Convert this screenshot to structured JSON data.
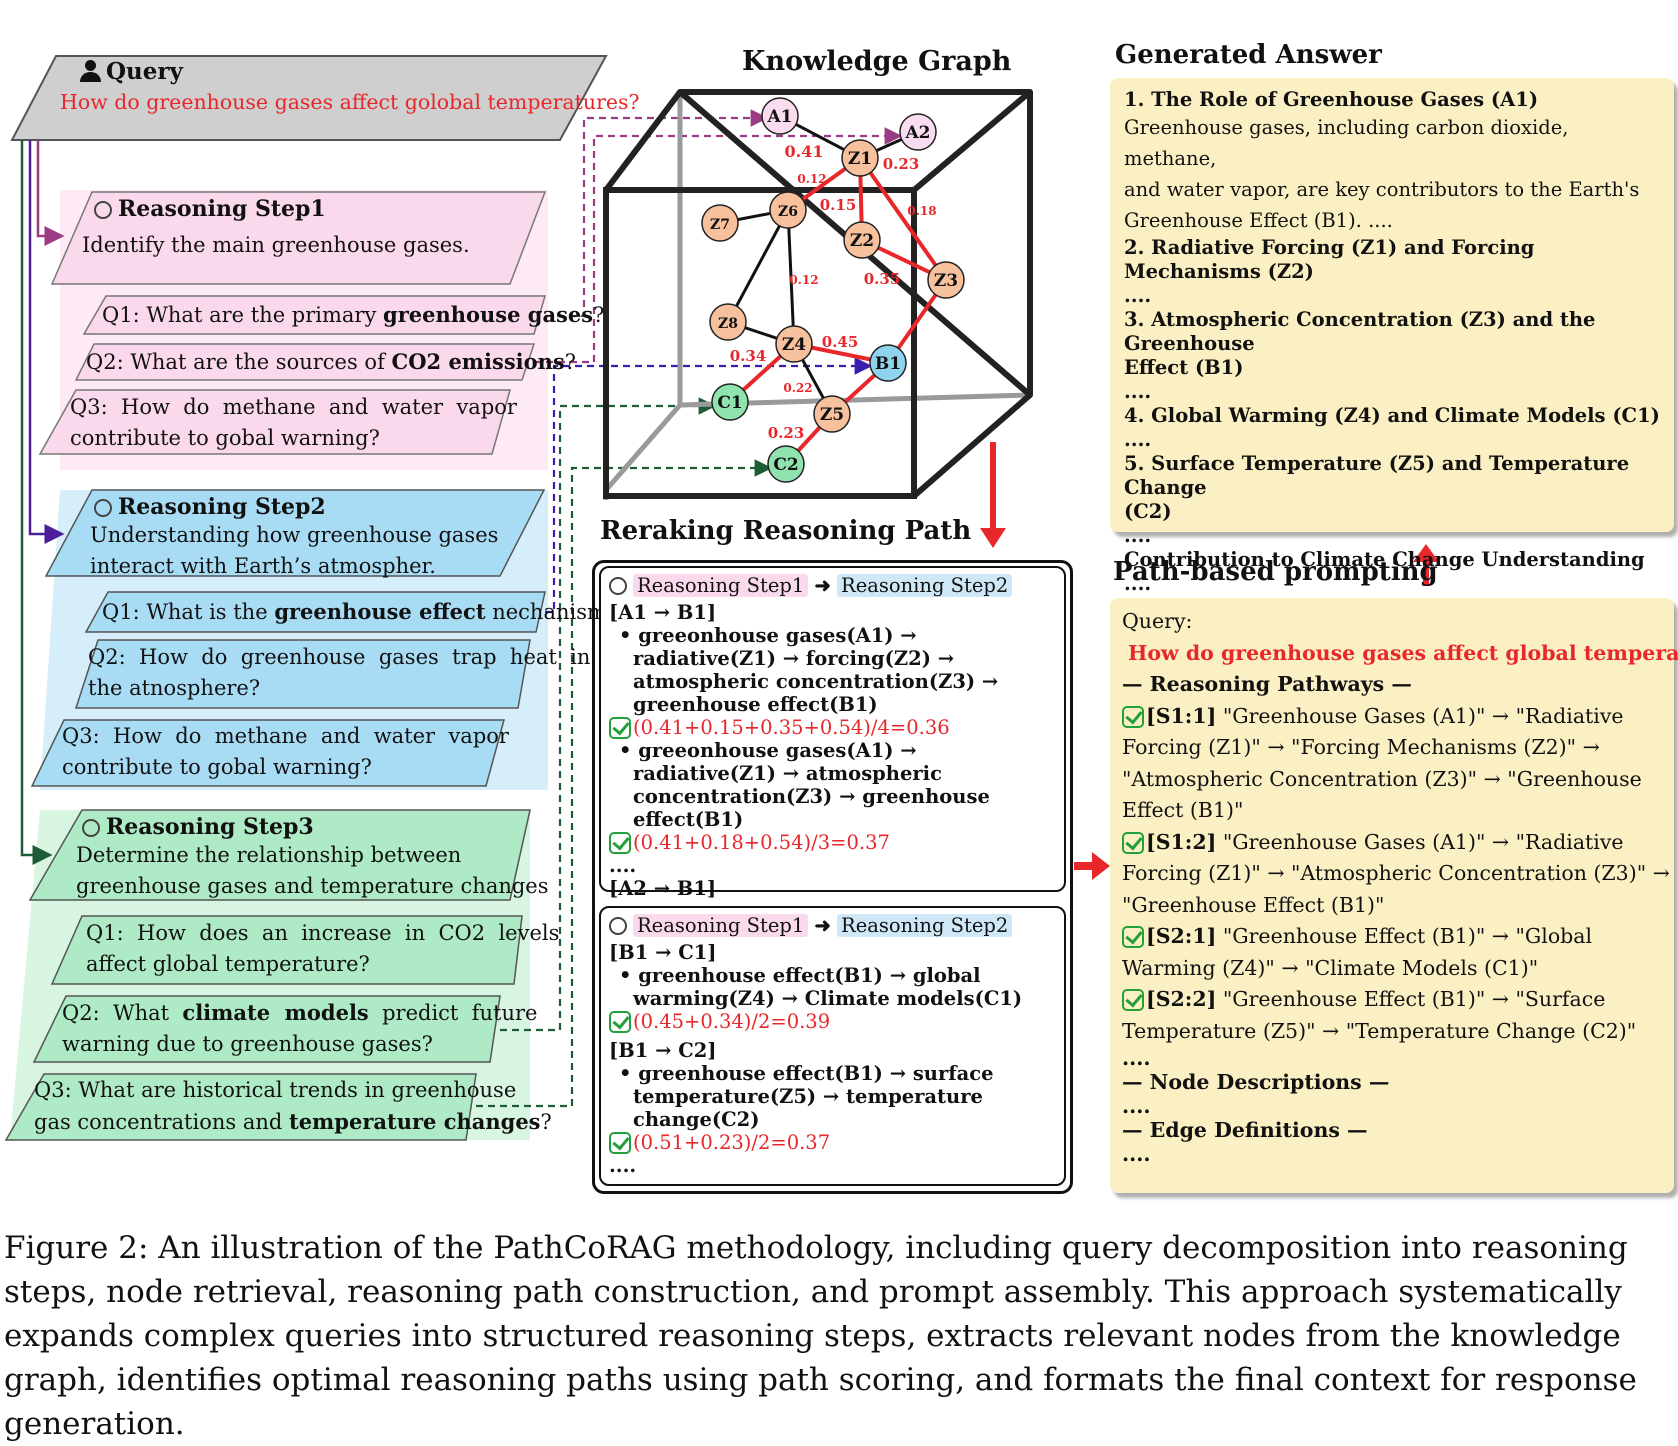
{
  "query": {
    "label": "Query",
    "text": "How do greenhouse gases affect golobal temperatures?"
  },
  "steps": [
    {
      "title": "Reasoning Step1",
      "desc": [
        "Identify the main greenhouse gases."
      ],
      "questions": [
        {
          "parts": [
            "Q1: What are the primary ",
            "greenhouse gases",
            "?"
          ]
        },
        {
          "parts": [
            "Q2: What are the sources of ",
            "CO2 emissions",
            "?"
          ]
        },
        {
          "lines": [
            "Q3:  How  do  methane  and  water  vapor",
            "contribute to gobal warning?"
          ]
        }
      ],
      "color": "#fbd9ec",
      "shade": "#fdeaf4"
    },
    {
      "title": "Reasoning Step2",
      "desc": [
        "Understanding how greenhouse gases",
        "interact with Earth’s atmospher."
      ],
      "questions": [
        {
          "parts": [
            "Q1: What is the ",
            "greenhouse effect",
            " nechanism?"
          ]
        },
        {
          "lines": [
            "Q2:  How  do  greenhouse  gases  trap  heat  in",
            "the atnosphere?"
          ]
        },
        {
          "lines": [
            "Q3:  How  do  methane  and  water  vapor",
            "contribute to gobal warning?"
          ]
        }
      ],
      "color": "#a8dcf5",
      "shade": "#d6eefa"
    },
    {
      "title": "Reasoning Step3",
      "desc": [
        "Determine the relationship between",
        "greenhouse gases and temperature changes"
      ],
      "questions": [
        {
          "lines": [
            "Q1:  How  does  an  increase  in  CO2  levels",
            "affect global temperature?"
          ]
        },
        {
          "parts2": [
            [
              "Q2:  What  ",
              "climate  models",
              "  predict  future"
            ],
            [
              "warning due to greenhouse gases?"
            ]
          ]
        },
        {
          "parts2": [
            [
              "Q3: What are historical trends in greenhouse"
            ],
            [
              "gas concentrations and ",
              "temperature changes",
              "?"
            ]
          ]
        }
      ],
      "color": "#aeeac5",
      "shade": "#d8f5e2"
    }
  ],
  "graph": {
    "title": "Knowledge Graph",
    "nodes": [
      {
        "id": "A1",
        "color": "#f9dcf0"
      },
      {
        "id": "A2",
        "color": "#f9dcf0"
      },
      {
        "id": "Z1",
        "color": "#f7c19e"
      },
      {
        "id": "Z2",
        "color": "#f7c19e"
      },
      {
        "id": "Z3",
        "color": "#f7c19e"
      },
      {
        "id": "Z4",
        "color": "#f7c19e"
      },
      {
        "id": "Z5",
        "color": "#f7c19e"
      },
      {
        "id": "Z6",
        "color": "#f7c19e"
      },
      {
        "id": "Z7",
        "color": "#f7c19e"
      },
      {
        "id": "Z8",
        "color": "#f7c19e"
      },
      {
        "id": "B1",
        "color": "#8fd4ef"
      },
      {
        "id": "C1",
        "color": "#8fe3ae"
      },
      {
        "id": "C2",
        "color": "#8fe3ae"
      }
    ],
    "edges": [
      {
        "from": "A1",
        "to": "Z1",
        "kind": "black"
      },
      {
        "from": "Z1",
        "to": "A2",
        "kind": "black"
      },
      {
        "from": "Z6",
        "to": "Z1",
        "kind": "red"
      },
      {
        "from": "Z7",
        "to": "Z6",
        "kind": "black"
      },
      {
        "from": "Z6",
        "to": "Z8",
        "kind": "black"
      },
      {
        "from": "Z6",
        "to": "Z4",
        "kind": "black"
      },
      {
        "from": "Z1",
        "to": "Z2",
        "kind": "red"
      },
      {
        "from": "Z1",
        "to": "Z3",
        "kind": "red"
      },
      {
        "from": "Z2",
        "to": "Z3",
        "kind": "red"
      },
      {
        "from": "Z3",
        "to": "B1",
        "kind": "red"
      },
      {
        "from": "Z4",
        "to": "B1",
        "kind": "red"
      },
      {
        "from": "Z4",
        "to": "C1",
        "kind": "red"
      },
      {
        "from": "Z4",
        "to": "Z5",
        "kind": "black"
      },
      {
        "from": "Z5",
        "to": "B1",
        "kind": "red"
      },
      {
        "from": "Z5",
        "to": "C2",
        "kind": "red"
      },
      {
        "from": "Z8",
        "to": "Z4",
        "kind": "black"
      }
    ],
    "weights": [
      "0.41",
      "0.23",
      "0.12",
      "0.15",
      "0.18",
      "0.12",
      "0.35",
      "0.45",
      "0.34",
      "0.22",
      "0.23"
    ]
  },
  "rerank": {
    "title": "Reraking Reasoning Path",
    "box1": {
      "from": "Reasoning Step1",
      "to": "Reasoning Step2",
      "pair1": "[A1 → B1]",
      "path1": "greeonhouse gases(A1) → radiative(Z1) → forcing(Z2) → atmospheric concentration(Z3) → greenhouse effect(B1)",
      "score1": "(0.41+0.15+0.35+0.54)/4=0.36",
      "path2": "greeonhouse gases(A1) → radiative(Z1) → atmospheric concentration(Z3) → greenhouse effect(B1)",
      "score2": "(0.41+0.18+0.54)/3=0.37",
      "dots": "....",
      "pair2": "[A2 → B1]"
    },
    "box2": {
      "from": "Reasoning Step1",
      "to": "Reasoning Step2",
      "pair1": "[B1 → C1]",
      "path1": "greenhouse effect(B1) → global warming(Z4) → Climate models(C1)",
      "score1": "(0.45+0.34)/2=0.39",
      "pair2": "[B1 → C2]",
      "path2": "greenhouse effect(B1) → surface temperature(Z5) → temperature change(C2)",
      "score2": "(0.51+0.23)/2=0.37",
      "dots": "...."
    }
  },
  "answer": {
    "title": "Generated Answer",
    "lines": [
      {
        "h": "1. The Role of Greenhouse Gases (A1)"
      },
      {
        "b": " Greenhouse gases, including carbon dioxide, methane,"
      },
      {
        "b": "and water vapor, are key contributors to the Earth's"
      },
      {
        "b": "Greenhouse Effect (B1). ...."
      },
      {
        "h": "2. Radiative Forcing (Z1) and Forcing Mechanisms (Z2)"
      },
      {
        "h": " ...."
      },
      {
        "h": "3. Atmospheric Concentration (Z3) and the Greenhouse"
      },
      {
        "h": "Effect (B1)"
      },
      {
        "h": " ...."
      },
      {
        "h": "4. Global Warming (Z4) and Climate Models (C1)"
      },
      {
        "h": " ...."
      },
      {
        "h": "5. Surface Temperature (Z5) and Temperature Change"
      },
      {
        "h": "(C2)"
      },
      {
        "h": " ...."
      },
      {
        "h": "Contribution to Climate Change Understanding"
      },
      {
        "h": "...."
      }
    ]
  },
  "prompting": {
    "title": "Path-based prompting",
    "query_label": "Query:",
    "query_text": "How do greenhouse gases affect global temperatures?",
    "pathways_header": "— Reasoning Pathways —",
    "paths": [
      {
        "tag": "[S1:1]",
        "lines": [
          " \"Greenhouse Gases (A1)\" → \"Radiative",
          "Forcing (Z1)\" → \"Forcing Mechanisms (Z2)\" →",
          "\"Atmospheric Concentration (Z3)\" → \"Greenhouse",
          "Effect (B1)\""
        ]
      },
      {
        "tag": "[S1:2]",
        "lines": [
          " \"Greenhouse Gases (A1)\" → \"Radiative",
          "Forcing (Z1)\" → \"Atmospheric Concentration (Z3)\" →",
          "\"Greenhouse Effect (B1)\""
        ]
      },
      {
        "tag": "[S2:1]",
        "lines": [
          " \"Greenhouse Effect (B1)\" → \"Global",
          "Warming (Z4)\" → \"Climate Models (C1)\""
        ]
      },
      {
        "tag": "[S2:2]",
        "lines": [
          " \"Greenhouse Effect (B1)\" → \"Surface",
          "Temperature (Z5)\" → \"Temperature Change (C2)\""
        ]
      }
    ],
    "dots1": "....",
    "node_header": "— Node Descriptions —",
    "dots2": "....",
    "edge_header": "— Edge Definitions —",
    "dots3": "...."
  },
  "caption": "Figure 2: An illustration of the PathCoRAG methodology, including query decomposition into reasoning steps, node retrieval, reasoning path construction, and prompt assembly. This approach systematically expands complex queries into structured reasoning steps, extracts relevant nodes from the knowledge graph, identifies optimal reasoning paths using path scoring, and formats the final context for response generation."
}
